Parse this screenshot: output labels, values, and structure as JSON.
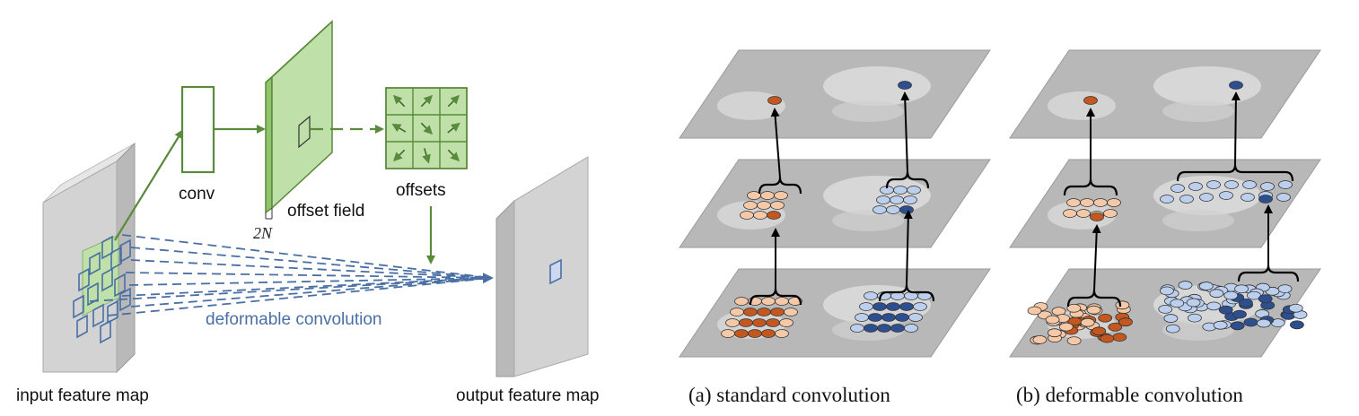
{
  "labels": {
    "conv": "conv",
    "offset_field": "offset field",
    "offsets": "offsets",
    "two_n": "2N",
    "deformable_convolution": "deformable convolution",
    "input_feature_map": "input feature map",
    "output_feature_map": "output feature map"
  },
  "captions": {
    "a": "(a) standard convolution",
    "b": "(b) deformable convolution"
  },
  "colors": {
    "green": "#5a8a3c",
    "light_green": "#bfe0a8",
    "blue": "#4a6fa5",
    "orange": "#c2571f",
    "light_orange": "#f5c9a8",
    "dark_blue": "#2e4f8f",
    "light_blue": "#bcd0ee"
  }
}
